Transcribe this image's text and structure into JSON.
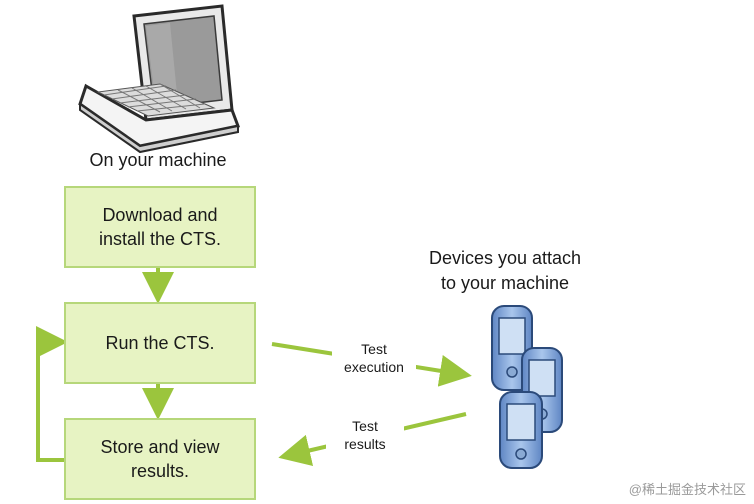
{
  "machine": {
    "caption": "On your machine",
    "icon": "laptop-icon"
  },
  "steps": [
    {
      "label": "Download and\ninstall the CTS."
    },
    {
      "label": "Run the CTS."
    },
    {
      "label": "Store and view\nresults."
    }
  ],
  "devices": {
    "caption": "Devices you attach\nto your machine",
    "icon": "handheld-device-icon"
  },
  "arrows": {
    "execution_label": "Test\nexecution",
    "results_label": "Test\nresults"
  },
  "watermark": "@稀土掘金技术社区",
  "colors": {
    "box_fill": "#e7f3c3",
    "box_border": "#b6d77a",
    "arrow": "#9bc53d",
    "device_blue": "#7fa6d8"
  }
}
